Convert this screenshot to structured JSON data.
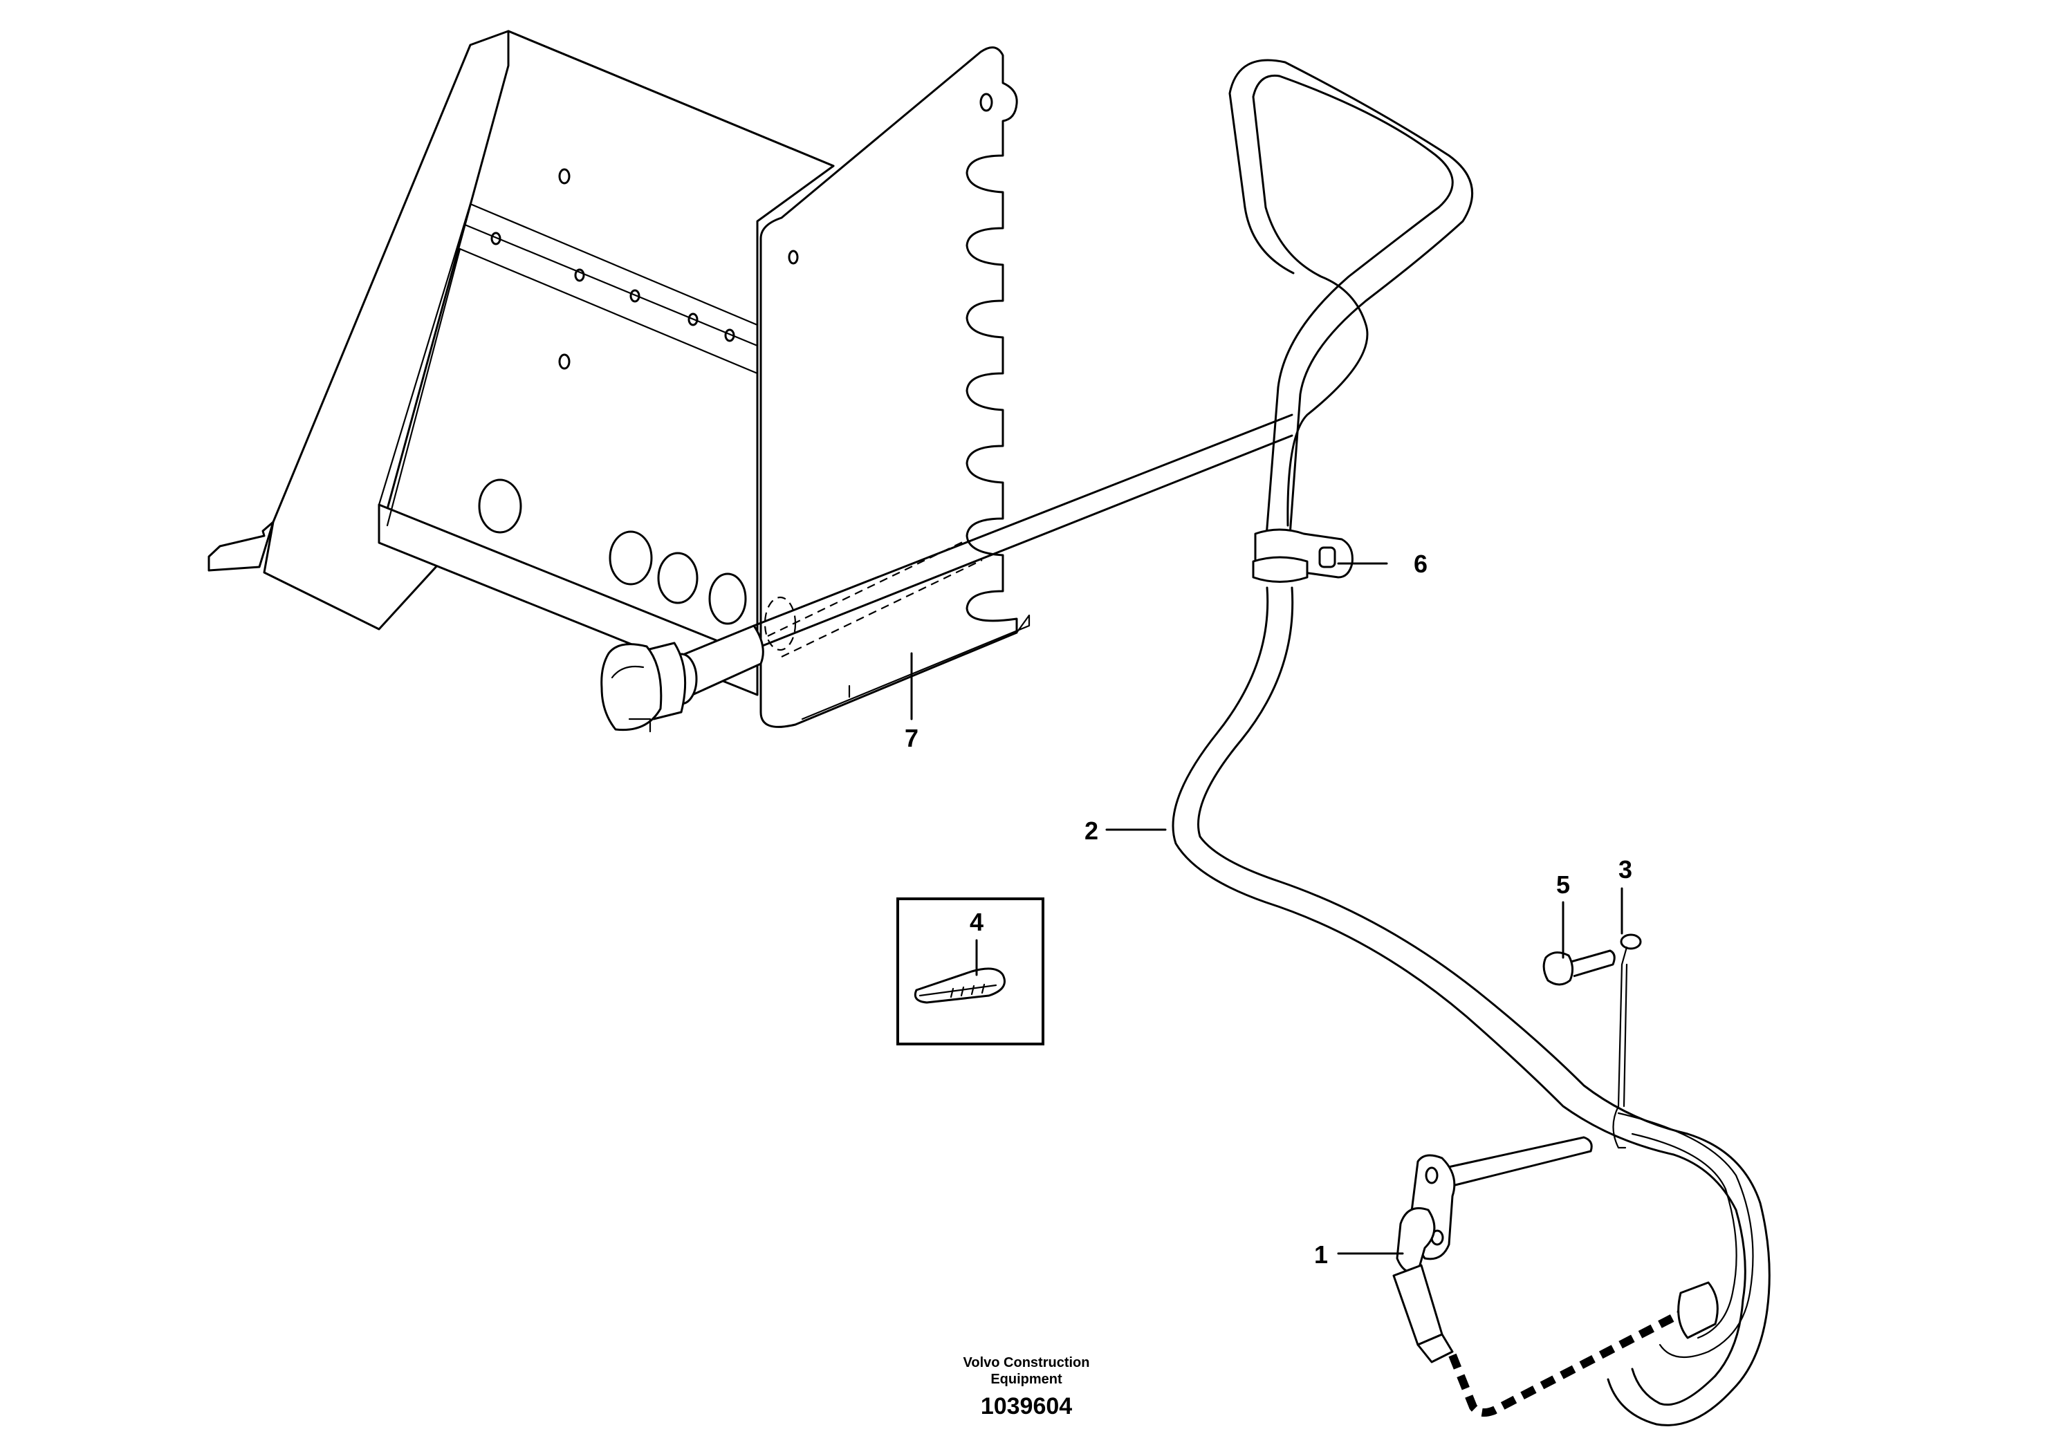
{
  "callouts": {
    "c1": "1",
    "c2": "2",
    "c3": "3",
    "c4": "4",
    "c5": "5",
    "c6": "6",
    "c7": "7"
  },
  "footer": {
    "company_line1": "Volvo Construction",
    "company_line2": "Equipment",
    "drawing_number": "1039604"
  }
}
